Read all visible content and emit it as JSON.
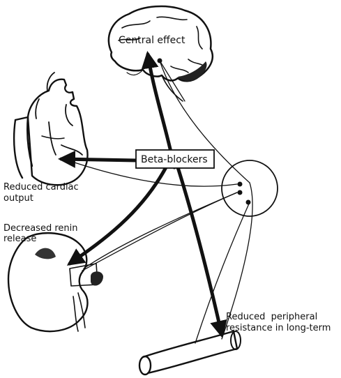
{
  "labels": {
    "central": "Central effect",
    "drug": "Beta-blockers",
    "cardiac_line1": "Reduced cardiac",
    "cardiac_line2": "output",
    "renin_line1": "Decreased renin",
    "renin_line2": "release",
    "peripheral_line1": "Reduced  peripheral",
    "peripheral_line2": "resistance in long-term"
  }
}
